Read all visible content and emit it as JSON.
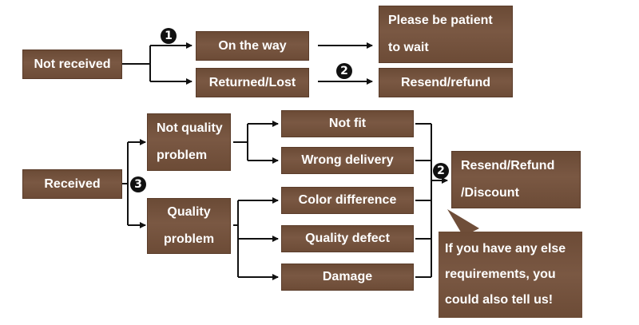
{
  "steps": [
    "1",
    "2",
    "2",
    "3"
  ],
  "not_received": {
    "label": "Not received",
    "on_the_way": "On the way",
    "returned_lost": "Returned/Lost",
    "please_wait": "Please be patient\nto wait",
    "resend_refund": "Resend/refund"
  },
  "received": {
    "label": "Received",
    "not_quality": "Not quality\nproblem",
    "quality": "Quality\nproblem",
    "not_fit": "Not fit",
    "wrong_delivery": "Wrong delivery",
    "color_difference": "Color difference",
    "quality_defect": "Quality defect",
    "damage": "Damage",
    "resolution": "Resend/Refund\n/Discount"
  },
  "callout": {
    "text": "If you have any else\nrequirements, you\ncould also tell us!"
  },
  "colors": {
    "box": "#6f4e39",
    "lines": "#111111"
  }
}
